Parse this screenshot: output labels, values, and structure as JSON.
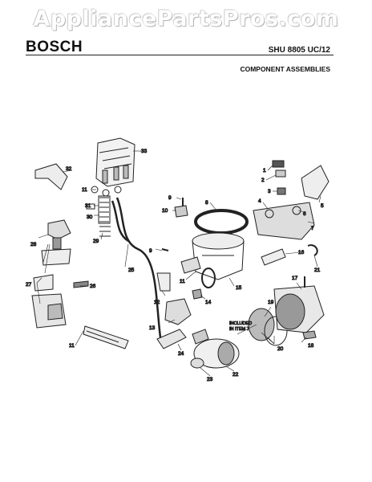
{
  "watermark": "AppliancePartsPros.com",
  "header": {
    "brand": "BOSCH",
    "model": "SHU 8805 UC/12",
    "subtitle": "COMPONENT ASSEMBLIES"
  },
  "callouts": {
    "c1": "1",
    "c2": "2",
    "c3": "3",
    "c4": "4",
    "c5": "5",
    "c6": "6",
    "c7": "7",
    "c8": "8",
    "c9a": "9",
    "c9b": "9",
    "c10": "10",
    "c11a": "11",
    "c11b": "11",
    "c11c": "11",
    "c12": "12",
    "c13": "13",
    "c14": "14",
    "c15": "15",
    "c16": "16",
    "c17": "17",
    "c18": "18",
    "c19": "19",
    "c20": "20",
    "c21": "21",
    "c22": "22",
    "c23": "23",
    "c24": "24",
    "c25": "25",
    "c26": "26",
    "c27": "27",
    "c28": "28",
    "c29": "29",
    "c30": "30",
    "c31": "31",
    "c32": "32",
    "c33": "33"
  },
  "note_line1": "INCLUDED",
  "note_line2": "IN ITEM 7"
}
